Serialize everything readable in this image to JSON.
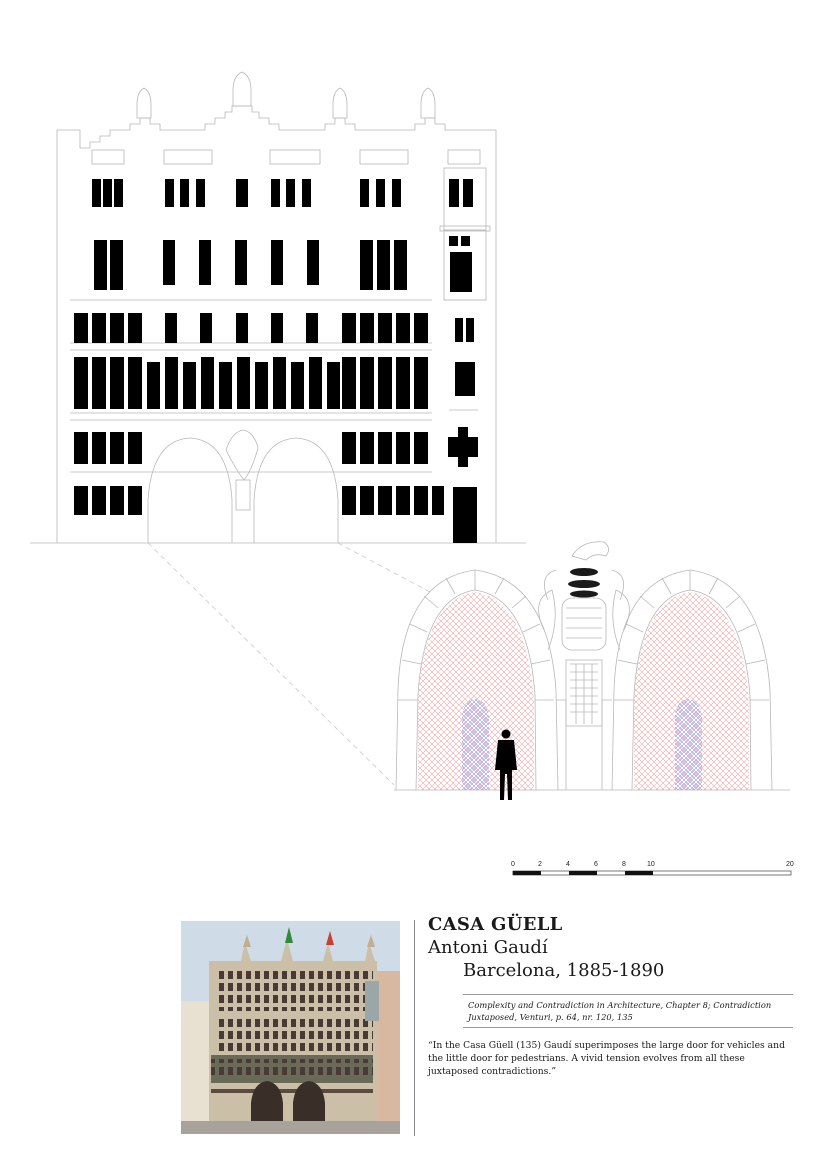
{
  "caption": {
    "title": "CASA GÜELL",
    "architect": "Antoni Gaudí",
    "place_dates": "Barcelona, 1885-1890",
    "source": "Complexity and Contradiction in Architecture, Chapter 8; Contradiction Juxtaposed, Venturi, p. 64, nr. 120, 135",
    "quote": "“In the Casa Güell (135) Gaudí superimposes the large door for vehicles and the little door for pedestrians. A vivid tension evolves from all these juxtaposed contradictions.”"
  },
  "scale_bar": {
    "labels": [
      "0",
      "2",
      "4",
      "6",
      "8",
      "10",
      "20"
    ]
  },
  "colors": {
    "line": "#b8b8b8",
    "window": "#000000",
    "vehicle_door": "#f08a8a",
    "pedestrian_door": "#8a8af0",
    "photo_stone": "#cbbfa8",
    "photo_sky": "#cfdbe6"
  },
  "icons": {
    "figure": "human-silhouette-icon",
    "crest": "coat-of-arms-icon"
  }
}
